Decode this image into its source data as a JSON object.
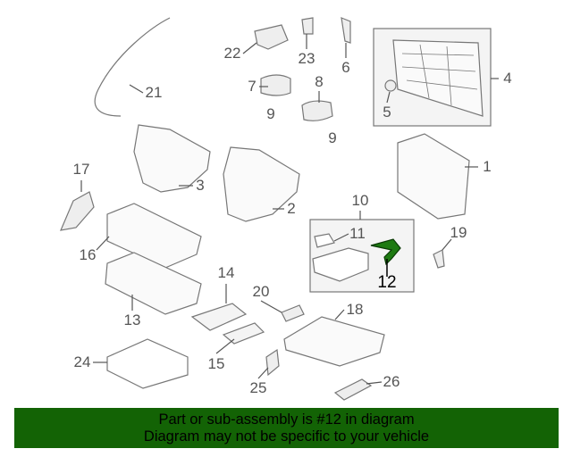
{
  "diagram": {
    "callouts": [
      "21",
      "22",
      "23",
      "6",
      "4",
      "5",
      "7",
      "8",
      "9",
      "9",
      "1",
      "3",
      "2",
      "17",
      "16",
      "10",
      "11",
      "12",
      "19",
      "14",
      "20",
      "18",
      "13",
      "15",
      "24",
      "25",
      "26"
    ],
    "highlighted_part": "12",
    "colors": {
      "banner": "#136305",
      "highlight": "#1e7a12",
      "lines": "#777777"
    }
  },
  "banner": {
    "line1": "Part or sub-assembly is #12 in diagram",
    "line2": "Diagram may not be specific to your vehicle"
  }
}
